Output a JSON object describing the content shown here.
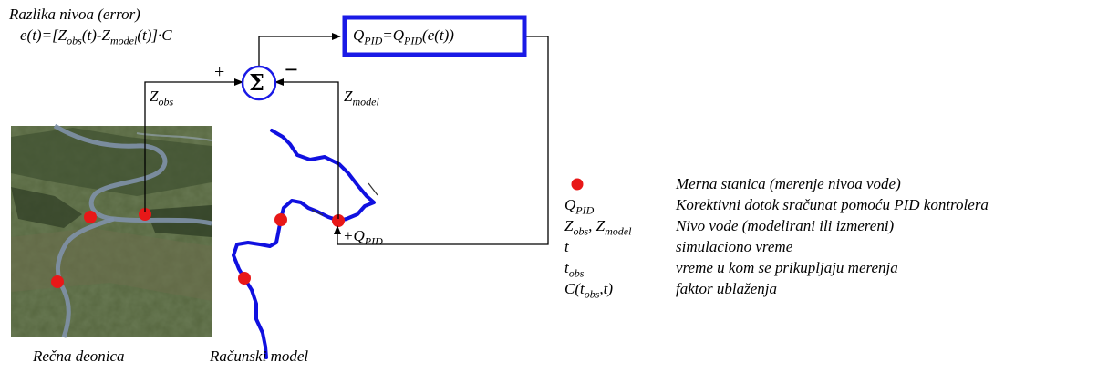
{
  "error_title": "Razlika nivoa (error)",
  "error_formula": {
    "a": "e(t)=[Z",
    "b": "obs",
    "c": "(t)-Z",
    "d": "model",
    "e": "(t)]·C"
  },
  "pid_box": {
    "a": "Q",
    "b": "PID",
    "c": "=Q",
    "d": "PID",
    "e": "(e(t))"
  },
  "sum_symbol": "Σ",
  "plus_sign": "+",
  "minus_sign": "−",
  "z_obs": {
    "a": "Z",
    "b": "obs"
  },
  "z_model": {
    "a": "Z",
    "b": "model"
  },
  "q_pid_inflow": {
    "a": "+Q",
    "b": "PID"
  },
  "caption_left": "Rečna deonica",
  "caption_right": "Računski model",
  "legend": {
    "station_desc": "Merna stanica (merenje nivoa vode)",
    "qpid_sym": {
      "a": "Q",
      "b": "PID"
    },
    "qpid_desc": "Korektivni dotok sračunat pomoću PID kontrolera",
    "z_sym": {
      "a": "Z",
      "b": "obs",
      "c": ", Z",
      "d": "model"
    },
    "z_desc": "Nivo vode (modelirani ili izmereni)",
    "t_sym": "t",
    "t_desc": "simulaciono vreme",
    "tobs_sym": {
      "a": "t",
      "b": "obs"
    },
    "tobs_desc": "vreme u kom se prikupljaju merenja",
    "c_sym": {
      "a": "C(t",
      "b": "obs",
      "c": ",t)"
    },
    "c_desc": "faktor ublaženja"
  },
  "colors": {
    "river_model": "#1010e0",
    "station": "#e81818",
    "pid_border": "#1a1ae6",
    "satellite_bg": "#4a5a38"
  }
}
